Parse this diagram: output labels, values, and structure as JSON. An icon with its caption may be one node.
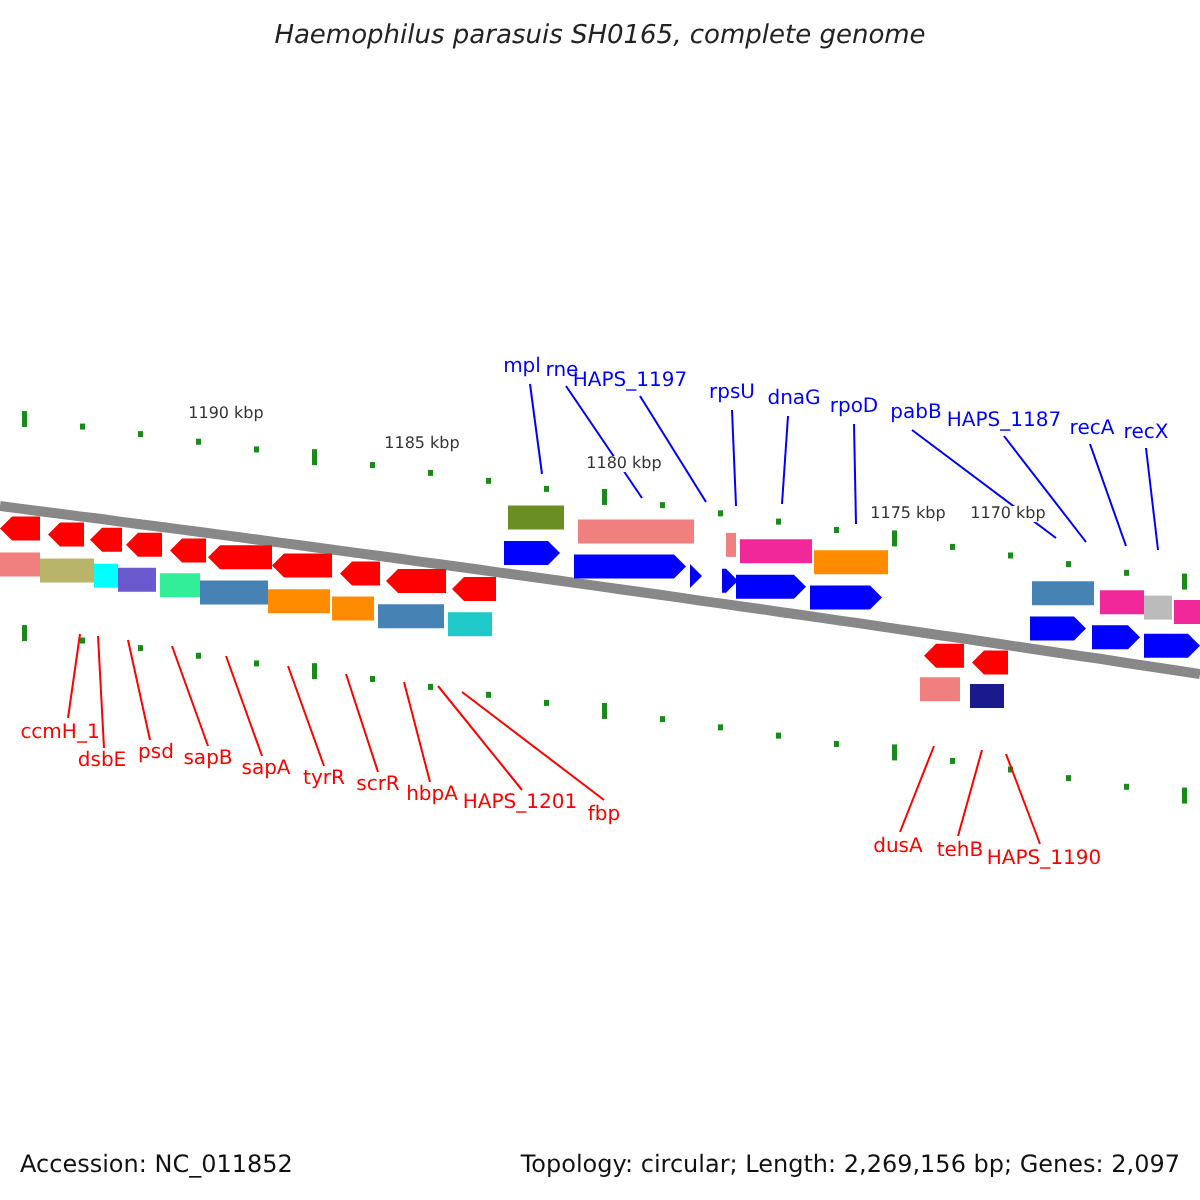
{
  "diagram": {
    "title": "Haemophilus parasuis SH0165, complete genome",
    "nodes": [
      {
        "text": [
          "mpl"
        ]
      },
      {
        "text": [
          "rne"
        ]
      },
      {
        "text": [
          "HAPS_1197"
        ]
      },
      {
        "text": [
          "rpsU"
        ]
      },
      {
        "text": [
          "dnaG"
        ]
      },
      {
        "text": [
          "rpoD"
        ]
      },
      {
        "text": [
          "pabB"
        ]
      },
      {
        "text": [
          "HAPS_1187"
        ]
      },
      {
        "text": [
          "recA"
        ]
      },
      {
        "text": [
          "recX"
        ]
      },
      {
        "text": [
          "ccmH_1"
        ]
      },
      {
        "text": [
          "dsbE"
        ]
      },
      {
        "text": [
          "psd"
        ]
      },
      {
        "text": [
          "sapB"
        ]
      },
      {
        "text": [
          "sapA"
        ]
      },
      {
        "text": [
          "tyrR"
        ]
      },
      {
        "text": [
          "scrR"
        ]
      },
      {
        "text": [
          "hbpA"
        ]
      },
      {
        "text": [
          "HAPS_1201"
        ]
      },
      {
        "text": [
          "fbp"
        ]
      },
      {
        "text": [
          "dusA"
        ]
      },
      {
        "text": [
          "tehB"
        ]
      },
      {
        "text": [
          "HAPS_1190"
        ]
      }
    ],
    "edges": [
      {
        "from": 0,
        "to": null,
        "arrow": "none",
        "color": "#0000ff"
      },
      {
        "from": 1,
        "to": null,
        "arrow": "none",
        "color": "#0000ff"
      },
      {
        "from": 2,
        "to": null,
        "arrow": "none",
        "color": "#0000ff"
      },
      {
        "from": 3,
        "to": null,
        "arrow": "none",
        "color": "#0000ff"
      },
      {
        "from": 4,
        "to": null,
        "arrow": "none",
        "color": "#0000ff"
      },
      {
        "from": 5,
        "to": null,
        "arrow": "none",
        "color": "#0000ff"
      },
      {
        "from": 6,
        "to": null,
        "arrow": "none",
        "color": "#0000ff"
      },
      {
        "from": 7,
        "to": null,
        "arrow": "none",
        "color": "#0000ff"
      },
      {
        "from": 8,
        "to": null,
        "arrow": "none",
        "color": "#0000ff"
      },
      {
        "from": 9,
        "to": null,
        "arrow": "none",
        "color": "#0000ff"
      },
      {
        "from": 10,
        "to": null,
        "arrow": "none"
      },
      {
        "from": 11,
        "to": null,
        "arrow": "none"
      },
      {
        "from": 12,
        "to": null,
        "arrow": "none"
      },
      {
        "from": 13,
        "to": null,
        "arrow": "none"
      },
      {
        "from": 14,
        "to": null,
        "arrow": "none"
      },
      {
        "from": 15,
        "to": null,
        "arrow": "none"
      },
      {
        "from": 16,
        "to": null,
        "arrow": "none"
      },
      {
        "from": 17,
        "to": null,
        "arrow": "none"
      },
      {
        "from": 18,
        "to": null,
        "arrow": "none"
      },
      {
        "from": 19,
        "to": null,
        "arrow": "none"
      },
      {
        "from": 20,
        "to": null,
        "arrow": "none"
      },
      {
        "from": 21,
        "to": null,
        "arrow": "none"
      },
      {
        "from": 22,
        "to": null,
        "arrow": "none"
      }
    ],
    "labels": [
      "1190 kbp",
      "1185 kbp",
      "1180 kbp",
      "1175 kbp",
      "1170 kbp",
      "Accession: NC_011852",
      "Topology: circular; Length: 2,269,156 bp; Genes: 2,097"
    ]
  }
}
